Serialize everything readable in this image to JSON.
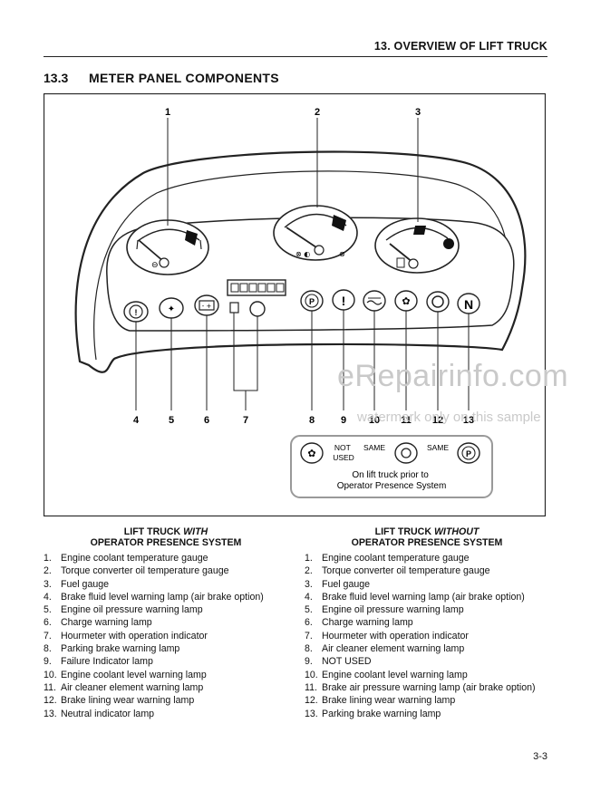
{
  "header": {
    "chapter": "13. OVERVIEW OF LIFT TRUCK"
  },
  "section": {
    "number": "13.3",
    "title": "METER PANEL COMPONENTS"
  },
  "figure": {
    "callouts": [
      "1",
      "2",
      "3",
      "4",
      "5",
      "6",
      "7",
      "8",
      "9",
      "10",
      "11",
      "12",
      "13"
    ],
    "inset": {
      "not_used": "NOT\nUSED",
      "same_a": "SAME",
      "same_b": "SAME",
      "caption": "On lift truck prior to\nOperator Presence System"
    }
  },
  "left_list": {
    "head_pre": "LIFT TRUCK ",
    "head_em": "WITH",
    "head_line2": "OPERATOR PRESENCE SYSTEM",
    "items": [
      {
        "n": "1.",
        "t": "Engine coolant temperature gauge"
      },
      {
        "n": "2.",
        "t": "Torque converter oil temperature gauge"
      },
      {
        "n": "3.",
        "t": "Fuel gauge"
      },
      {
        "n": "4.",
        "t": "Brake fluid level warning lamp (air brake option)"
      },
      {
        "n": "5.",
        "t": "Engine oil pressure warning lamp"
      },
      {
        "n": "6.",
        "t": "Charge warning lamp"
      },
      {
        "n": "7.",
        "t": "Hourmeter with operation indicator"
      },
      {
        "n": "8.",
        "t": "Parking brake warning lamp"
      },
      {
        "n": "9.",
        "t": "Failure Indicator lamp"
      },
      {
        "n": "10.",
        "t": "Engine coolant level warning lamp"
      },
      {
        "n": "11.",
        "t": "Air cleaner element warning lamp"
      },
      {
        "n": "12.",
        "t": "Brake lining wear warning lamp"
      },
      {
        "n": "13.",
        "t": "Neutral indicator lamp"
      }
    ]
  },
  "right_list": {
    "head_pre": "LIFT TRUCK ",
    "head_em": "WITHOUT",
    "head_line2": "OPERATOR PRESENCE SYSTEM",
    "items": [
      {
        "n": "1.",
        "t": "Engine coolant temperature gauge"
      },
      {
        "n": "2.",
        "t": "Torque converter oil temperature gauge"
      },
      {
        "n": "3.",
        "t": "Fuel gauge"
      },
      {
        "n": "4.",
        "t": "Brake fluid level warning lamp (air brake option)"
      },
      {
        "n": "5.",
        "t": "Engine oil pressure warning lamp"
      },
      {
        "n": "6.",
        "t": "Charge warning lamp"
      },
      {
        "n": "7.",
        "t": "Hourmeter with operation indicator"
      },
      {
        "n": "8.",
        "t": "Air cleaner element warning lamp"
      },
      {
        "n": "9.",
        "t": "NOT USED"
      },
      {
        "n": "10.",
        "t": "Engine coolant level warning lamp"
      },
      {
        "n": "11.",
        "t": "Brake air pressure warning lamp (air brake option)"
      },
      {
        "n": "12.",
        "t": "Brake lining wear warning lamp"
      },
      {
        "n": "13.",
        "t": "Parking brake warning lamp"
      }
    ]
  },
  "watermark": {
    "main": "eRepairinfo.com",
    "sub": "watermark only on this sample"
  },
  "footer": {
    "page": "3-3"
  }
}
